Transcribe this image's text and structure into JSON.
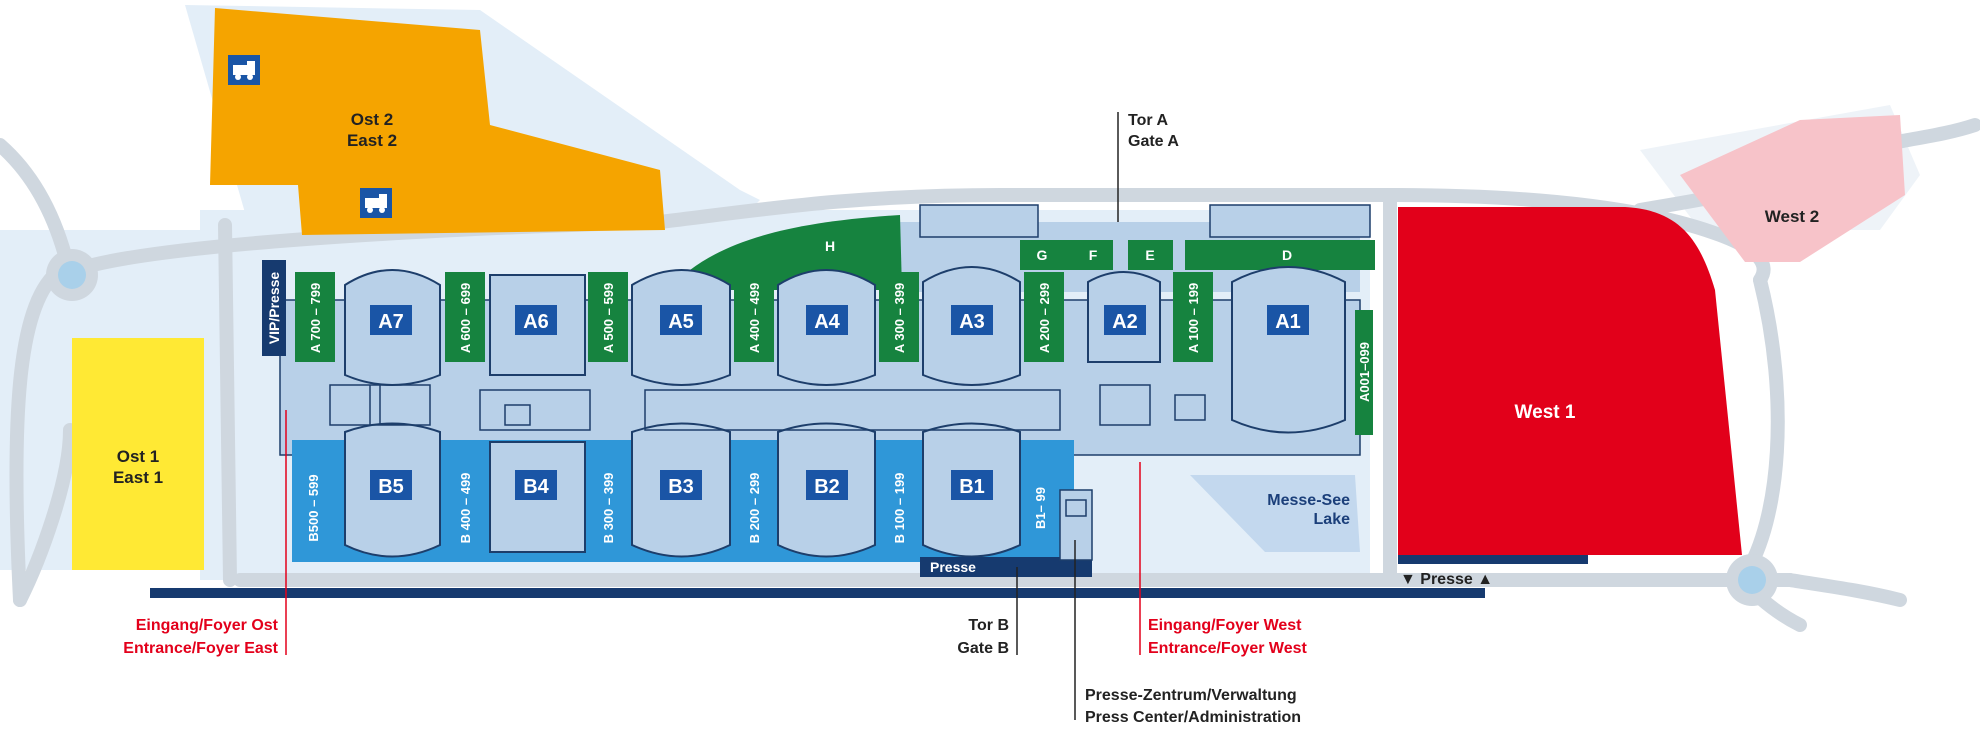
{
  "colors": {
    "road": "#cfd7df",
    "ground": "#e3eef8",
    "hall_fill": "#b8d0e8",
    "hall_stroke": "#1d3e6b",
    "hall_badge": "#1a55a6",
    "green_block": "#16833f",
    "blue_strip": "#2f97d8",
    "navy": "#163a6f",
    "east2": "#f5a400",
    "east1": "#ffe934",
    "west1": "#e2001a",
    "west2": "#f7c3c9",
    "red_text": "#e3001b"
  },
  "areas": {
    "ost2": {
      "line1": "Ost 2",
      "line2": "East 2"
    },
    "ost1": {
      "line1": "Ost 1",
      "line2": "East 1"
    },
    "west1": {
      "label": "West 1"
    },
    "west2": {
      "label": "West 2"
    }
  },
  "halls_a": [
    "A7",
    "A6",
    "A5",
    "A4",
    "A3",
    "A2",
    "A1"
  ],
  "halls_b": [
    "B5",
    "B4",
    "B3",
    "B2",
    "B1"
  ],
  "green_zones": [
    "H",
    "G",
    "F",
    "E",
    "D"
  ],
  "ranges_a": [
    "A 700 – 799",
    "A 600 – 699",
    "A 500 – 599",
    "A 400 – 499",
    "A 300 – 399",
    "A 200 – 299",
    "A 100 – 199",
    "A001–099"
  ],
  "ranges_b": [
    "B500 – 599",
    "B 400 – 499",
    "B 300 – 399",
    "B 200 – 299",
    "B 100 – 199",
    "B1– 99"
  ],
  "labels": {
    "vip": "VIP/Presse",
    "presse_strip": "Presse",
    "presse_west": "▼ Presse ▲",
    "lake_line1": "Messe-See",
    "lake_line2": "Lake"
  },
  "callouts": {
    "gate_a": [
      "Tor A",
      "Gate A"
    ],
    "gate_b": [
      "Tor B",
      "Gate B"
    ],
    "foyer_east": [
      "Eingang/Foyer Ost",
      "Entrance/Foyer East"
    ],
    "foyer_west": [
      "Eingang/Foyer West",
      "Entrance/Foyer West"
    ],
    "press_center": [
      "Presse-Zentrum/Verwaltung",
      "Press Center/Administration"
    ]
  },
  "icons": [
    "camper-icon",
    "camper-icon"
  ]
}
